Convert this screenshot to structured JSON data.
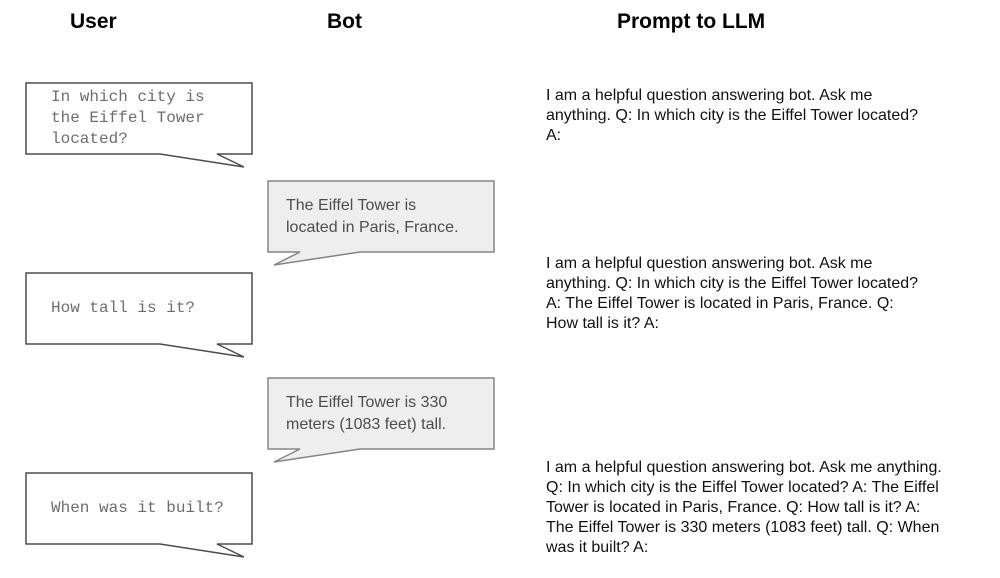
{
  "headers": {
    "user": "User",
    "bot": "Bot",
    "prompt": "Prompt to LLM"
  },
  "conversation": [
    {
      "role": "user",
      "text": "In which city is\nthe Eiffel Tower\nlocated?"
    },
    {
      "role": "bot",
      "text": "The Eiffel Tower is\nlocated in Paris, France."
    },
    {
      "role": "user",
      "text": "How tall is it?"
    },
    {
      "role": "bot",
      "text": "The Eiffel Tower is 330\nmeters (1083 feet) tall."
    },
    {
      "role": "user",
      "text": "When was it built?"
    }
  ],
  "prompts": [
    {
      "text": "I am a helpful question answering bot. Ask me\nanything. Q: In which city is the Eiffel Tower located?\nA:"
    },
    {
      "text": "I am a helpful question answering bot. Ask me\nanything. Q: In which city is the Eiffel Tower located?\nA: The Eiffel Tower is located in Paris, France. Q:\nHow tall is it? A:"
    },
    {
      "text": "I am a helpful question answering bot. Ask me anything.\nQ: In which city is the Eiffel Tower located? A: The Eiffel\nTower is located in Paris, France. Q: How tall is it? A:\nThe Eiffel Tower is 330 meters (1083 feet) tall. Q: When\nwas it built? A:"
    }
  ],
  "colors": {
    "user_bubble_fill": "#ffffff",
    "user_bubble_border": "#4d4d4d",
    "user_text": "#6e6e6e",
    "bot_bubble_fill": "#eeeeee",
    "bot_bubble_border": "#858585",
    "bot_text": "#4d4d4d",
    "prompt_text": "#111111",
    "header_text": "#000000"
  }
}
